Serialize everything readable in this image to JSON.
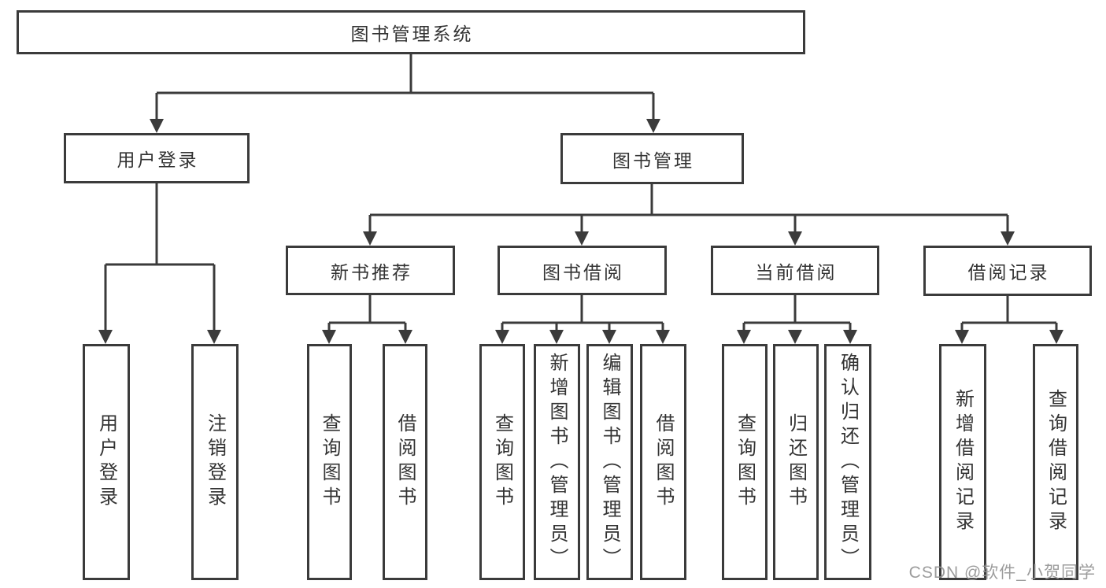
{
  "diagram": {
    "root": {
      "label": "图书管理系统"
    },
    "branches": [
      {
        "label": "用户登录",
        "children": [
          {
            "label": "用户登录"
          },
          {
            "label": "注销登录"
          }
        ]
      },
      {
        "label": "图书管理",
        "children": [
          {
            "label": "新书推荐",
            "children": [
              {
                "label": "查询图书"
              },
              {
                "label": "借阅图书"
              }
            ]
          },
          {
            "label": "图书借阅",
            "children": [
              {
                "label": "查询图书"
              },
              {
                "label": "新增图书（管理员）"
              },
              {
                "label": "编辑图书（管理员）"
              },
              {
                "label": "借阅图书"
              }
            ]
          },
          {
            "label": "当前借阅",
            "children": [
              {
                "label": "查询图书"
              },
              {
                "label": "归还图书"
              },
              {
                "label": "确认归还（管理员）"
              }
            ]
          },
          {
            "label": "借阅记录",
            "children": [
              {
                "label": "新增借阅记录"
              },
              {
                "label": "查询借阅记录"
              }
            ]
          }
        ]
      }
    ]
  },
  "watermark": {
    "text": "CSDN @软件_小贺同学"
  },
  "colors": {
    "line": "#3b3b3b",
    "box_border": "#3b3b3b",
    "text": "#333333",
    "watermark": "#949494",
    "background": "#ffffff"
  }
}
